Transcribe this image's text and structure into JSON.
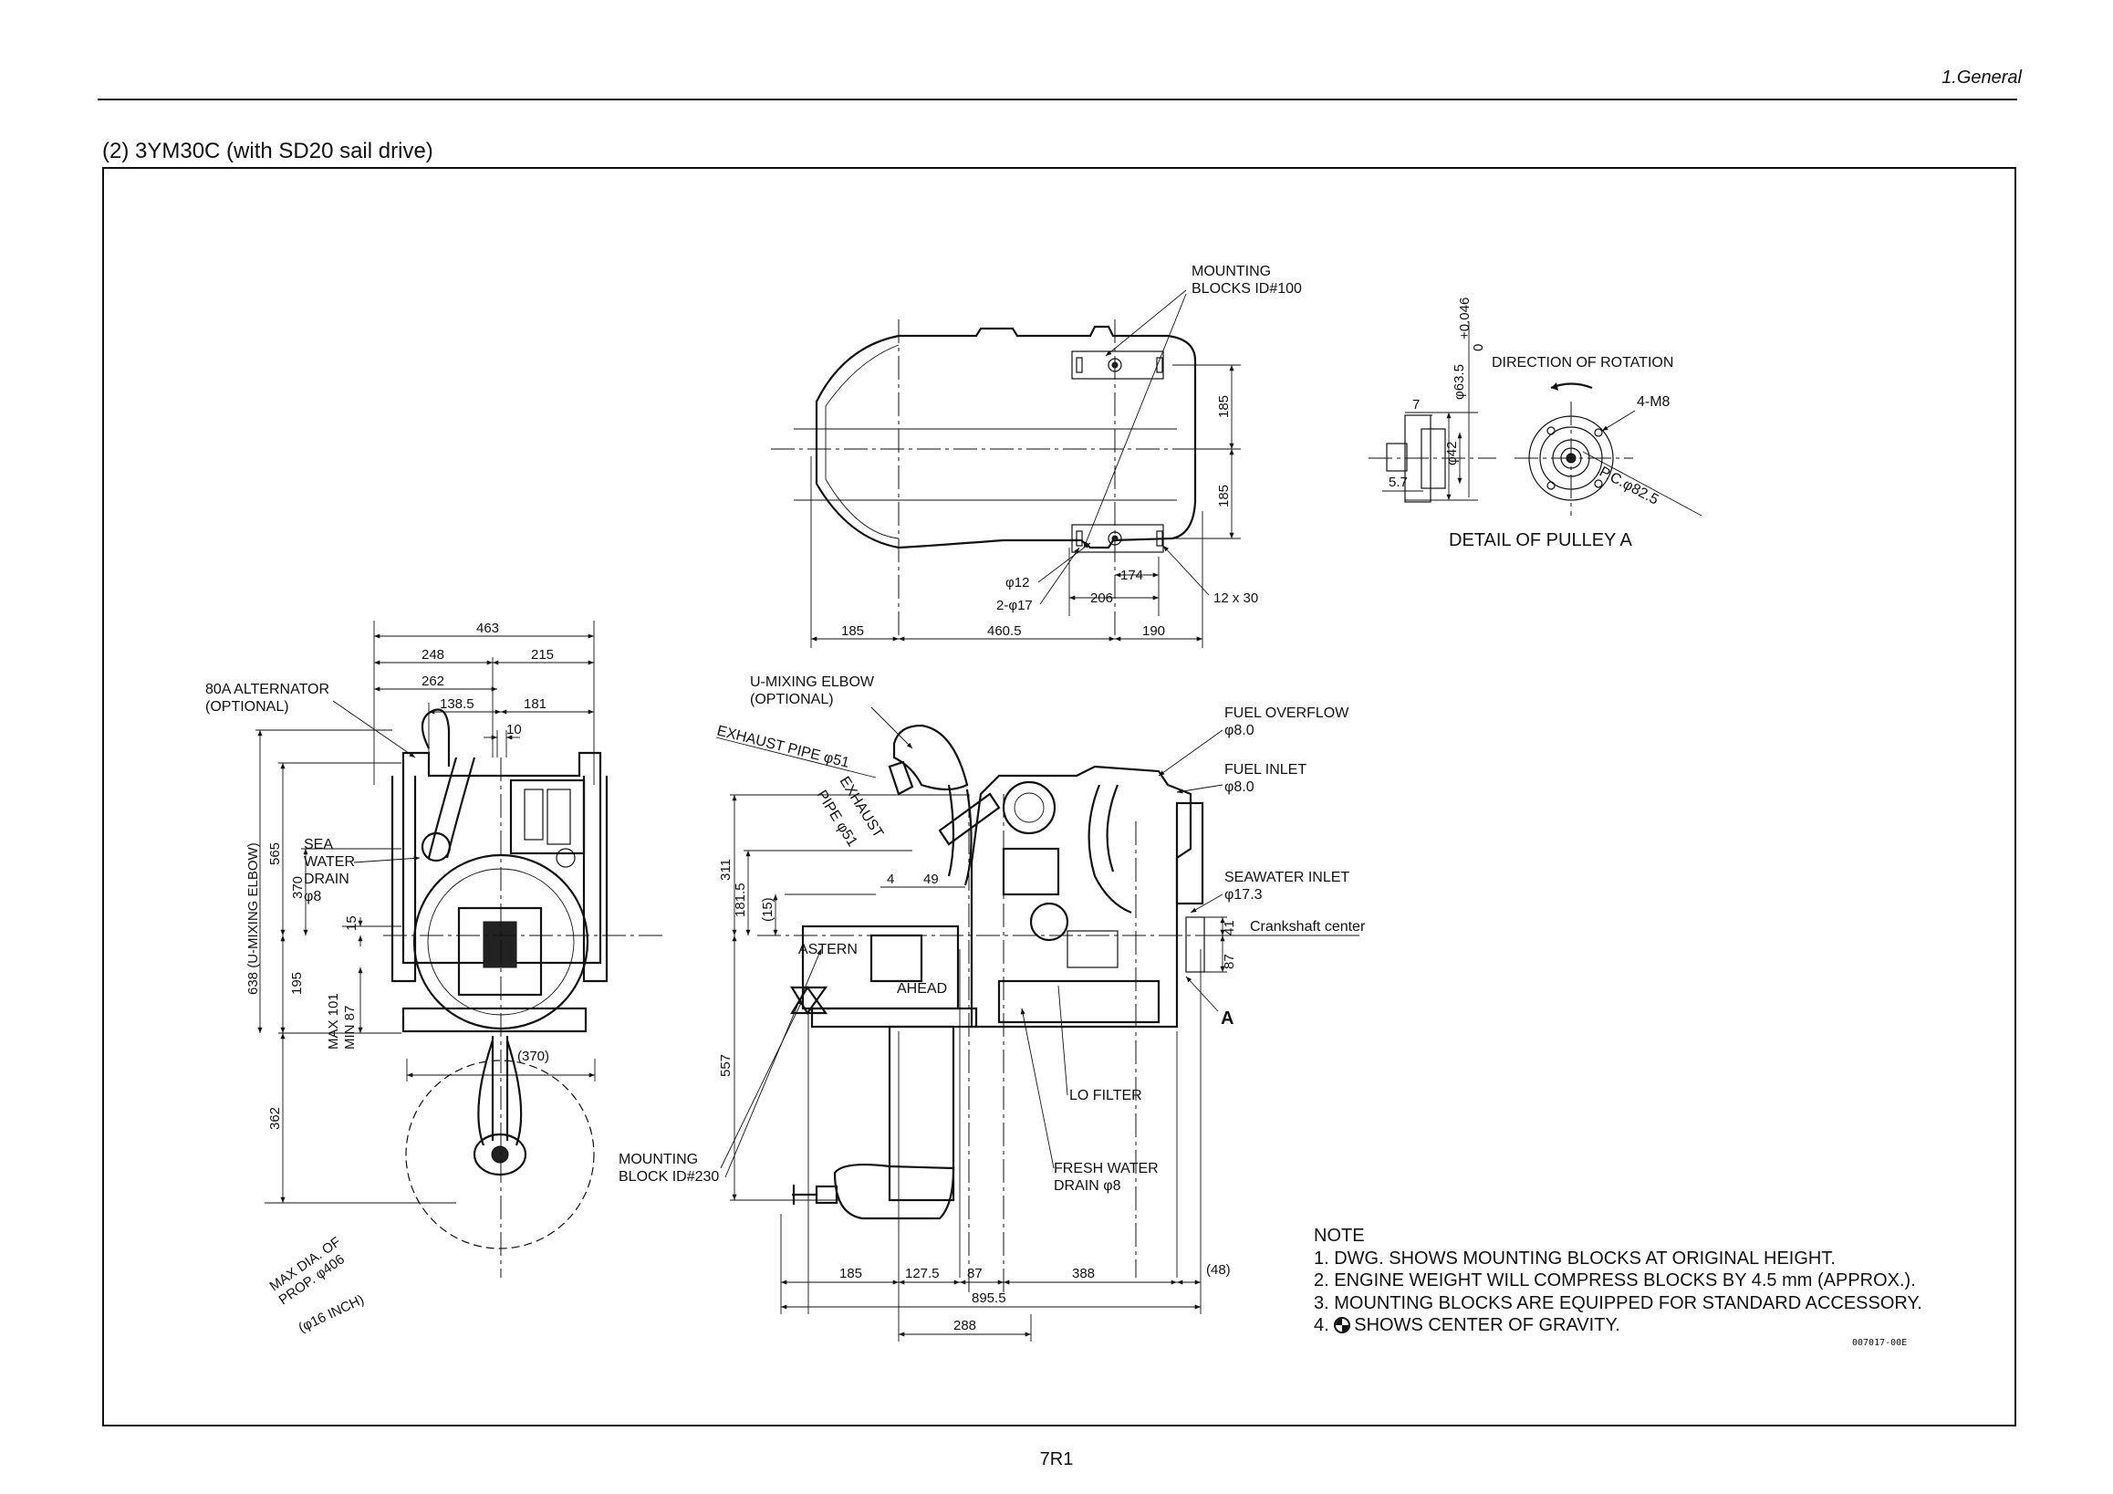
{
  "header": {
    "section": "1.General"
  },
  "figure": {
    "title": "(2)  3YM30C (with SD20 sail drive)"
  },
  "labels": {
    "mounting_blocks_top": [
      "MOUNTING",
      "BLOCKS ID#100"
    ],
    "direction_of_rotation": "DIRECTION OF ROTATION",
    "tol_upper": "+0.046",
    "tol_lower": "0",
    "dia_63_5": "φ63.5",
    "dia_42": "φ42",
    "four_m8": "4-M8",
    "pc_82_5": "P.C.φ82.5",
    "detail_pulley": "DETAIL OF PULLEY A",
    "alternator": [
      "80A ALTERNATOR",
      "(OPTIONAL)"
    ],
    "u_mixing_elbow": [
      "U-MIXING ELBOW",
      "(OPTIONAL)"
    ],
    "exhaust_pipe_1": "EXHAUST PIPE φ51",
    "exhaust_pipe_2": [
      "EXHAUST",
      "PIPE φ51"
    ],
    "fuel_overflow": [
      "FUEL OVERFLOW",
      "φ8.0"
    ],
    "fuel_inlet": [
      "FUEL INLET",
      "φ8.0"
    ],
    "seawater_inlet": [
      "SEAWATER INLET",
      "φ17.3"
    ],
    "crankshaft_center": "Crankshaft center",
    "sea_water_drain": [
      "SEA",
      "WATER",
      "DRAIN",
      "φ8"
    ],
    "astern": "ASTERN",
    "ahead": "AHEAD",
    "view_a": "A",
    "lo_filter": "LO FILTER",
    "fresh_water_drain": [
      "FRESH WATER",
      "DRAIN φ8"
    ],
    "mounting_block_230": [
      "MOUNTING",
      "BLOCK ID#230"
    ],
    "max_dia_prop": [
      "MAX DIA. OF",
      "PROP. φ406"
    ],
    "inch_16": "(φ16 INCH)",
    "max_min": [
      "MAX 101",
      "MIN 87"
    ],
    "u_mixing_height": "638 (U-MIXING ELBOW)",
    "dia_12": "φ12",
    "dia_2_17": "2-φ17",
    "slot_12x30": "12 x 30"
  },
  "dimensions": {
    "top_view": [
      "185",
      "185",
      "174",
      "206",
      "185",
      "460.5",
      "190"
    ],
    "pulley": [
      "7",
      "5.7"
    ],
    "front_view": [
      "463",
      "248",
      "215",
      "262",
      "138.5",
      "181",
      "10",
      "565",
      "370",
      "15",
      "195",
      "362",
      "(370)"
    ],
    "side_view": [
      "311",
      "181.5",
      "(15)",
      "4",
      "49",
      "557",
      "41",
      "87",
      "185",
      "127.5",
      "87",
      "388",
      "(48)",
      "895.5",
      "288"
    ]
  },
  "notes": {
    "heading": "NOTE",
    "items": [
      "1. DWG. SHOWS MOUNTING BLOCKS AT ORIGINAL HEIGHT.",
      "2. ENGINE WEIGHT WILL COMPRESS BLOCKS BY 4.5 mm (APPROX.).",
      "3. MOUNTING BLOCKS ARE EQUIPPED FOR STANDARD ACCESSORY.",
      "SHOWS CENTER OF GRAVITY."
    ],
    "item4_prefix": "4."
  },
  "drawing_code": "007017-00E",
  "page_number": "7R1"
}
